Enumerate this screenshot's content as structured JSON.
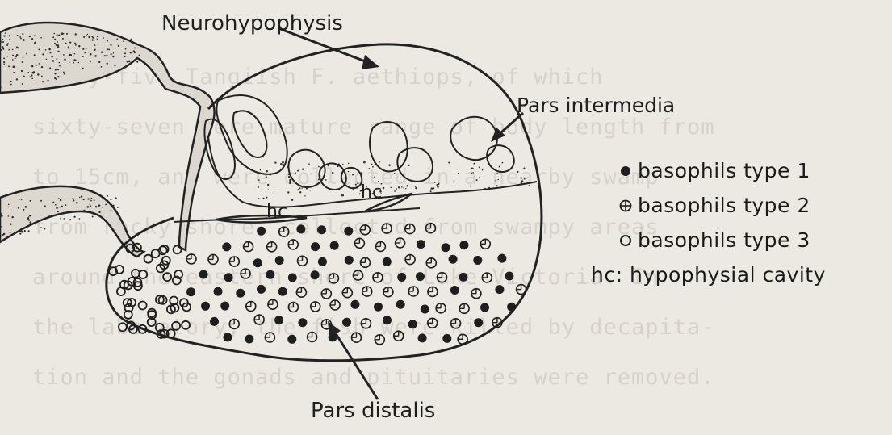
{
  "labels": {
    "neurohypophysis": "Neurohypophysis",
    "pars_intermedia": "Pars intermedia",
    "pars_distalis": "Pars distalis",
    "hc_upper": "hc",
    "hc_lower": "hc"
  },
  "legend": [
    {
      "symbol": "filled-dot",
      "text": "basophils  type 1"
    },
    {
      "symbol": "crossed-circle",
      "text": "basophils  type 2"
    },
    {
      "symbol": "open-circle",
      "text": "basophils  type 3"
    },
    {
      "symbol": "none",
      "text": "hc: hypophysial cavity"
    }
  ],
  "background_text": [
    "Fifty-five Tangiish F. aethiops, of which",
    "sixty-seven were mature range of body length from",
    "to 15cm, and were collected in a nearby swamp",
    "from rocky shore, collected from swampy areas",
    "around the eastern shore of Lake Victoria. In",
    "the laboratory, the fish were killed by decapita-",
    "tion and the gonads and pituitaries were removed."
  ],
  "colors": {
    "ink": "#1e1e1e",
    "paper": "#ece9e3",
    "faint_text": "#d6d2cb"
  }
}
